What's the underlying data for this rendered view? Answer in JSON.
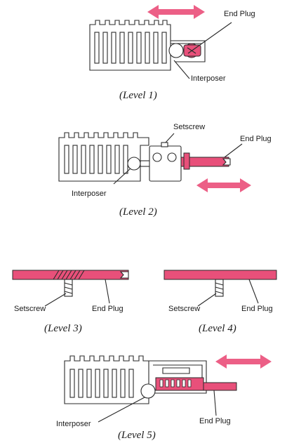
{
  "colors": {
    "accent": "#e8507a",
    "arrow": "#ec5f86",
    "ink": "#2a2a2a"
  },
  "level1": {
    "caption": "(Level 1)",
    "end_plug": "End Plug",
    "interposer": "Interposer"
  },
  "level2": {
    "caption": "(Level 2)",
    "setscrew": "Setscrew",
    "end_plug": "End Plug",
    "interposer": "Interposer"
  },
  "level3": {
    "caption": "(Level 3)",
    "setscrew": "Setscrew",
    "end_plug": "End Plug"
  },
  "level4": {
    "caption": "(Level 4)",
    "setscrew": "Setscrew",
    "end_plug": "End Plug"
  },
  "level5": {
    "caption": "(Level 5)",
    "interposer": "Interposer",
    "end_plug": "End Plug"
  }
}
